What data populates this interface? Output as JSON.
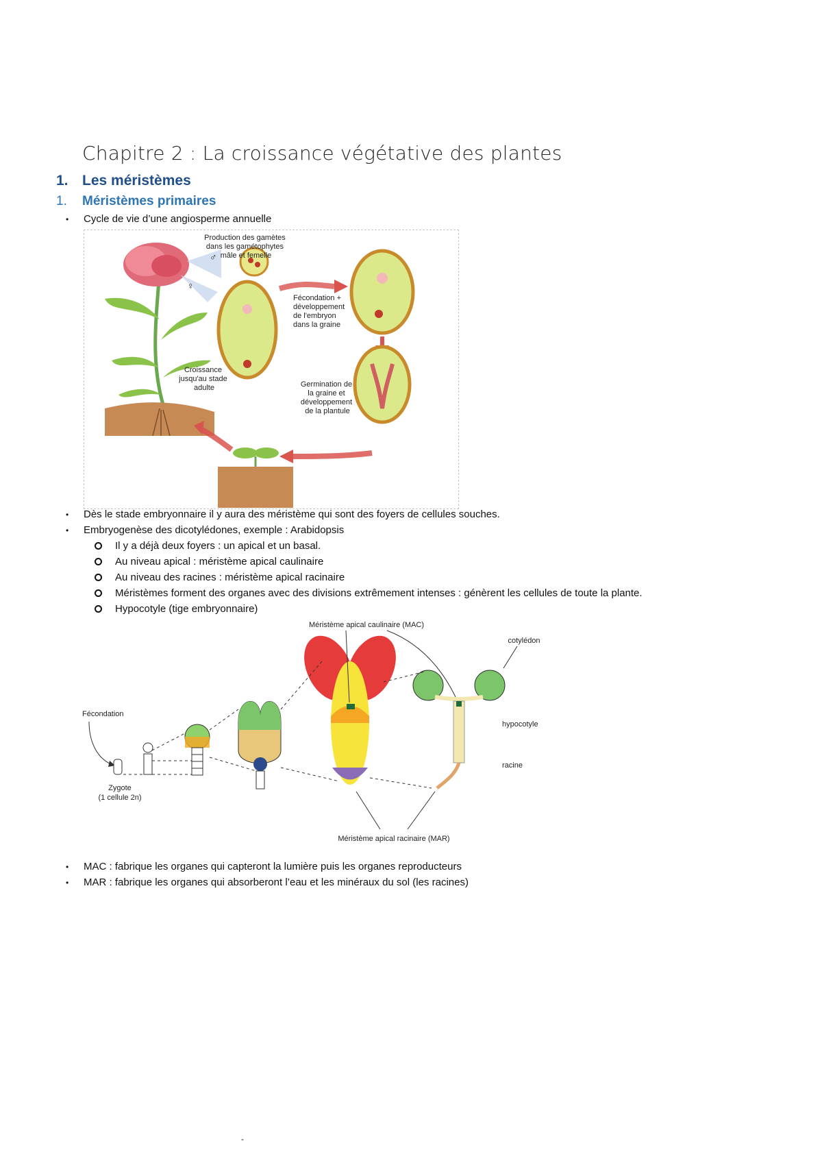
{
  "title": "Chapitre 2 : La croissance végétative des plantes",
  "section1": {
    "num": "1.",
    "text": "Les méristèmes"
  },
  "section1_1": {
    "num": "1.",
    "text": "Méristèmes primaires"
  },
  "bullets_top": [
    "Cycle de vie d’une angiosperme annuelle"
  ],
  "fig1": {
    "labels": {
      "production": [
        "Production des gamètes",
        "dans les gamétophytes",
        "mâle et femelle"
      ],
      "male_symbol": "♂",
      "female_symbol": "♀",
      "fecondation": [
        "Fécondation +",
        "développement",
        "de l'embryon",
        "dans la graine"
      ],
      "croissance": [
        "Croissance",
        "jusqu'au stade",
        "adulte"
      ],
      "germination": [
        "Germination de",
        "la graine et",
        "développement",
        "de la plantule"
      ]
    }
  },
  "bullets_mid": [
    "Dès le stade embryonnaire il y aura des méristème qui sont des foyers de cellules souches.",
    "Embryogenèse des dicotylédones, exemple : Arabidopsis"
  ],
  "sub_bullets": [
    "Il y a déjà deux foyers : un apical et un basal.",
    "Au niveau apical : méristème apical caulinaire",
    "Au niveau des racines : méristème apical racinaire",
    "Méristèmes forment des organes avec des divisions extrêmement intenses : génèrent les cellules de toute la plante.",
    "Hypocotyle (tige embryonnaire)"
  ],
  "fig2": {
    "labels": {
      "mac": "Méristème apical caulinaire (MAC)",
      "cotyledon": "cotylédon",
      "fecondation": "Fécondation",
      "hypocotyle": "hypocotyle",
      "racine": "racine",
      "zygote": "Zygote",
      "zygote_sub": "(1 cellule 2n)",
      "mar": "Méristème apical racinaire (MAR)"
    },
    "colors": {
      "cotyledon_red": "#e63b3b",
      "hypocotyl_yellow": "#f7e33a",
      "orange": "#f5a623",
      "purple": "#8a6bb5",
      "green": "#7cc56b"
    }
  },
  "bullets_bottom": [
    "MAC : fabrique les organes qui capteront la lumière puis les organes reproducteurs",
    "MAR : fabrique les organes qui absorberont l’eau et les minéraux du sol (les racines)"
  ],
  "footer": "-"
}
